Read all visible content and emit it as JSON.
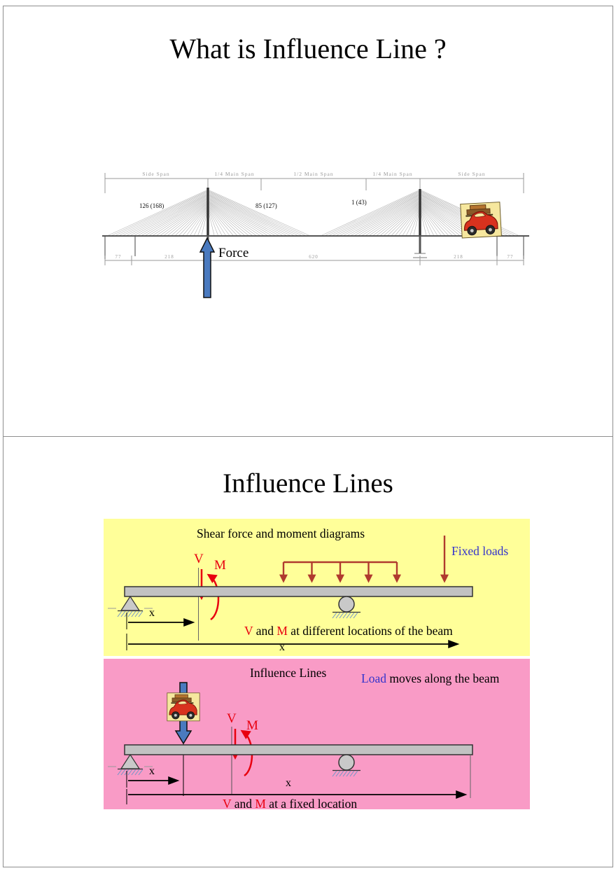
{
  "slide1": {
    "title": "What is Influence Line ?",
    "bridge": {
      "span_labels": [
        "Side Span",
        "1/4 Main Span",
        "1/2 Main Span",
        "1/4 Main Span",
        "Side Span"
      ],
      "cable_label_left": "126 (168)",
      "cable_label_mid": "85 (127)",
      "cable_label_right": "1 (43)",
      "dims": [
        "77",
        "218",
        "620",
        "218",
        "77"
      ],
      "force_label": "Force"
    }
  },
  "slide2": {
    "title": "Influence Lines",
    "yellow_panel": {
      "heading": "Shear force and moment diagrams",
      "fixed_loads_label": "Fixed loads",
      "v_label": "V",
      "m_label": "M",
      "x_short_label": "x",
      "x_long_label": "x",
      "caption": {
        "v": "V",
        "and": " and ",
        "m": "M",
        "rest": " at different locations of the beam"
      }
    },
    "pink_panel": {
      "heading": "Influence Lines",
      "load_word": "Load",
      "load_rest": " moves along the beam",
      "v_label": "V",
      "m_label": "M",
      "x_short_label": "x",
      "x_long_label": "x",
      "caption": {
        "v": "V",
        "and": " and ",
        "m": "M",
        "rest": " at a fixed location"
      }
    },
    "colors": {
      "panel_yellow": "#FFFF99",
      "panel_pink": "#F99BC6",
      "accent_red": "#E8000F",
      "load_arrow_red": "#B03A2E",
      "arrow_blue": "#4A7ABF",
      "text_blue": "#3333CC"
    }
  }
}
